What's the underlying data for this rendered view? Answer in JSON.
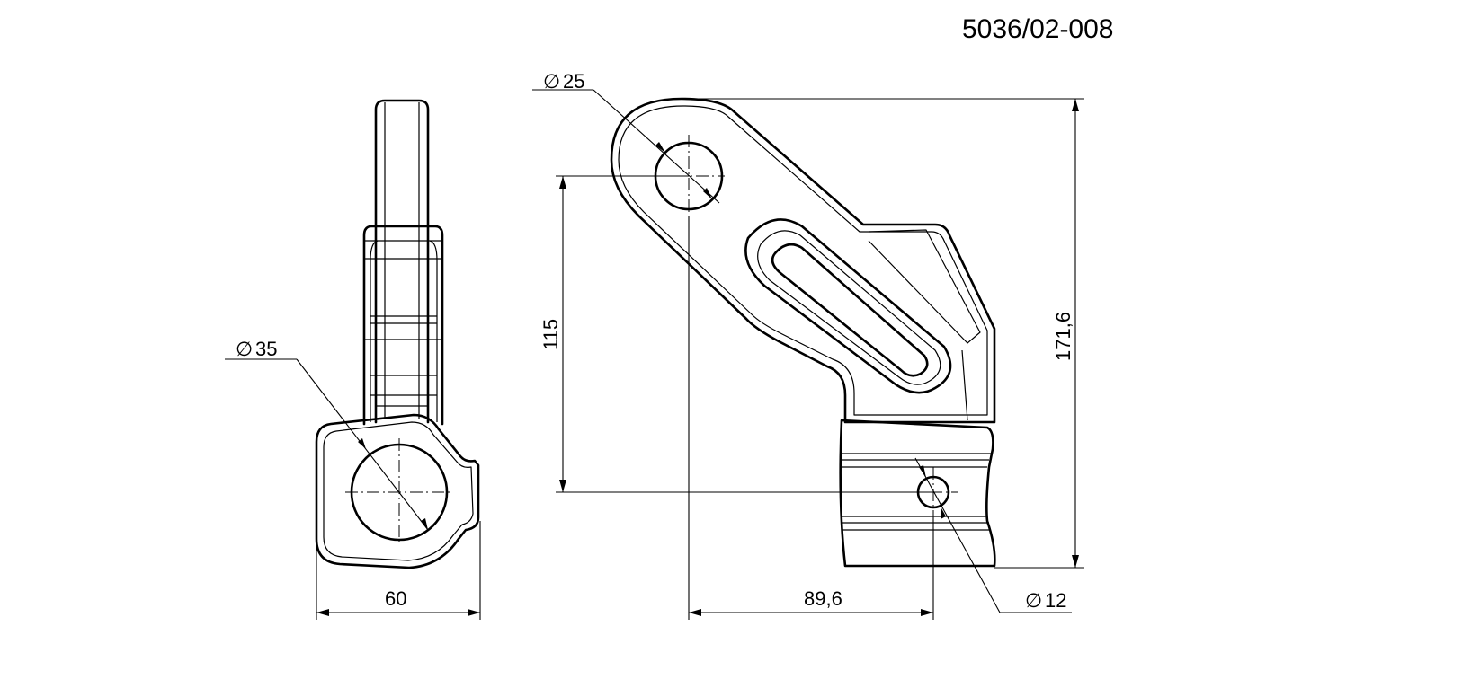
{
  "drawing": {
    "number": "5036/02-008"
  },
  "dimensions": {
    "side_view_bore_diameter": "35",
    "side_view_width": "60",
    "upper_hole_diameter": "25",
    "lower_hole_diameter": "12",
    "vertical_center_distance": "115",
    "horizontal_center_distance": "89,6",
    "overall_height": "171,6"
  },
  "symbols": {
    "diameter": "∅"
  }
}
